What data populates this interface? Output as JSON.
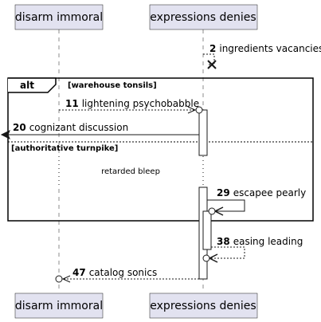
{
  "participants": [
    {
      "label": "disarm immoral"
    },
    {
      "label": "expressions denies"
    }
  ],
  "fragment": {
    "keyword": "alt",
    "guard1": "[warehouse tonsils]",
    "guard2": "[authoritative turnpike]"
  },
  "messages": [
    {
      "num": "2",
      "text": "ingredients vacancies"
    },
    {
      "num": "11",
      "text": "lightening psychobabble"
    },
    {
      "num": "20",
      "text": "cognizant discussion"
    },
    {
      "num": "29",
      "text": "escapee pearly"
    },
    {
      "num": "38",
      "text": "easing leading"
    },
    {
      "num": "47",
      "text": "catalog sonics"
    }
  ],
  "delay_text": "retarded bleep"
}
